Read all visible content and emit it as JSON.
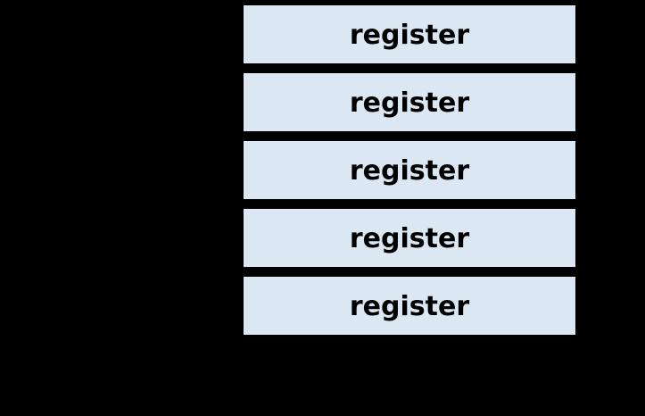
{
  "page": {
    "background_color": "#000000"
  },
  "diagram": {
    "type": "register-stack",
    "box_fill_color": "#dbe7f3",
    "box_border_color": "#000000",
    "label_color": "#000000",
    "boxes": [
      {
        "label": "register"
      },
      {
        "label": "register"
      },
      {
        "label": "register"
      },
      {
        "label": "register"
      },
      {
        "label": "register"
      }
    ]
  }
}
